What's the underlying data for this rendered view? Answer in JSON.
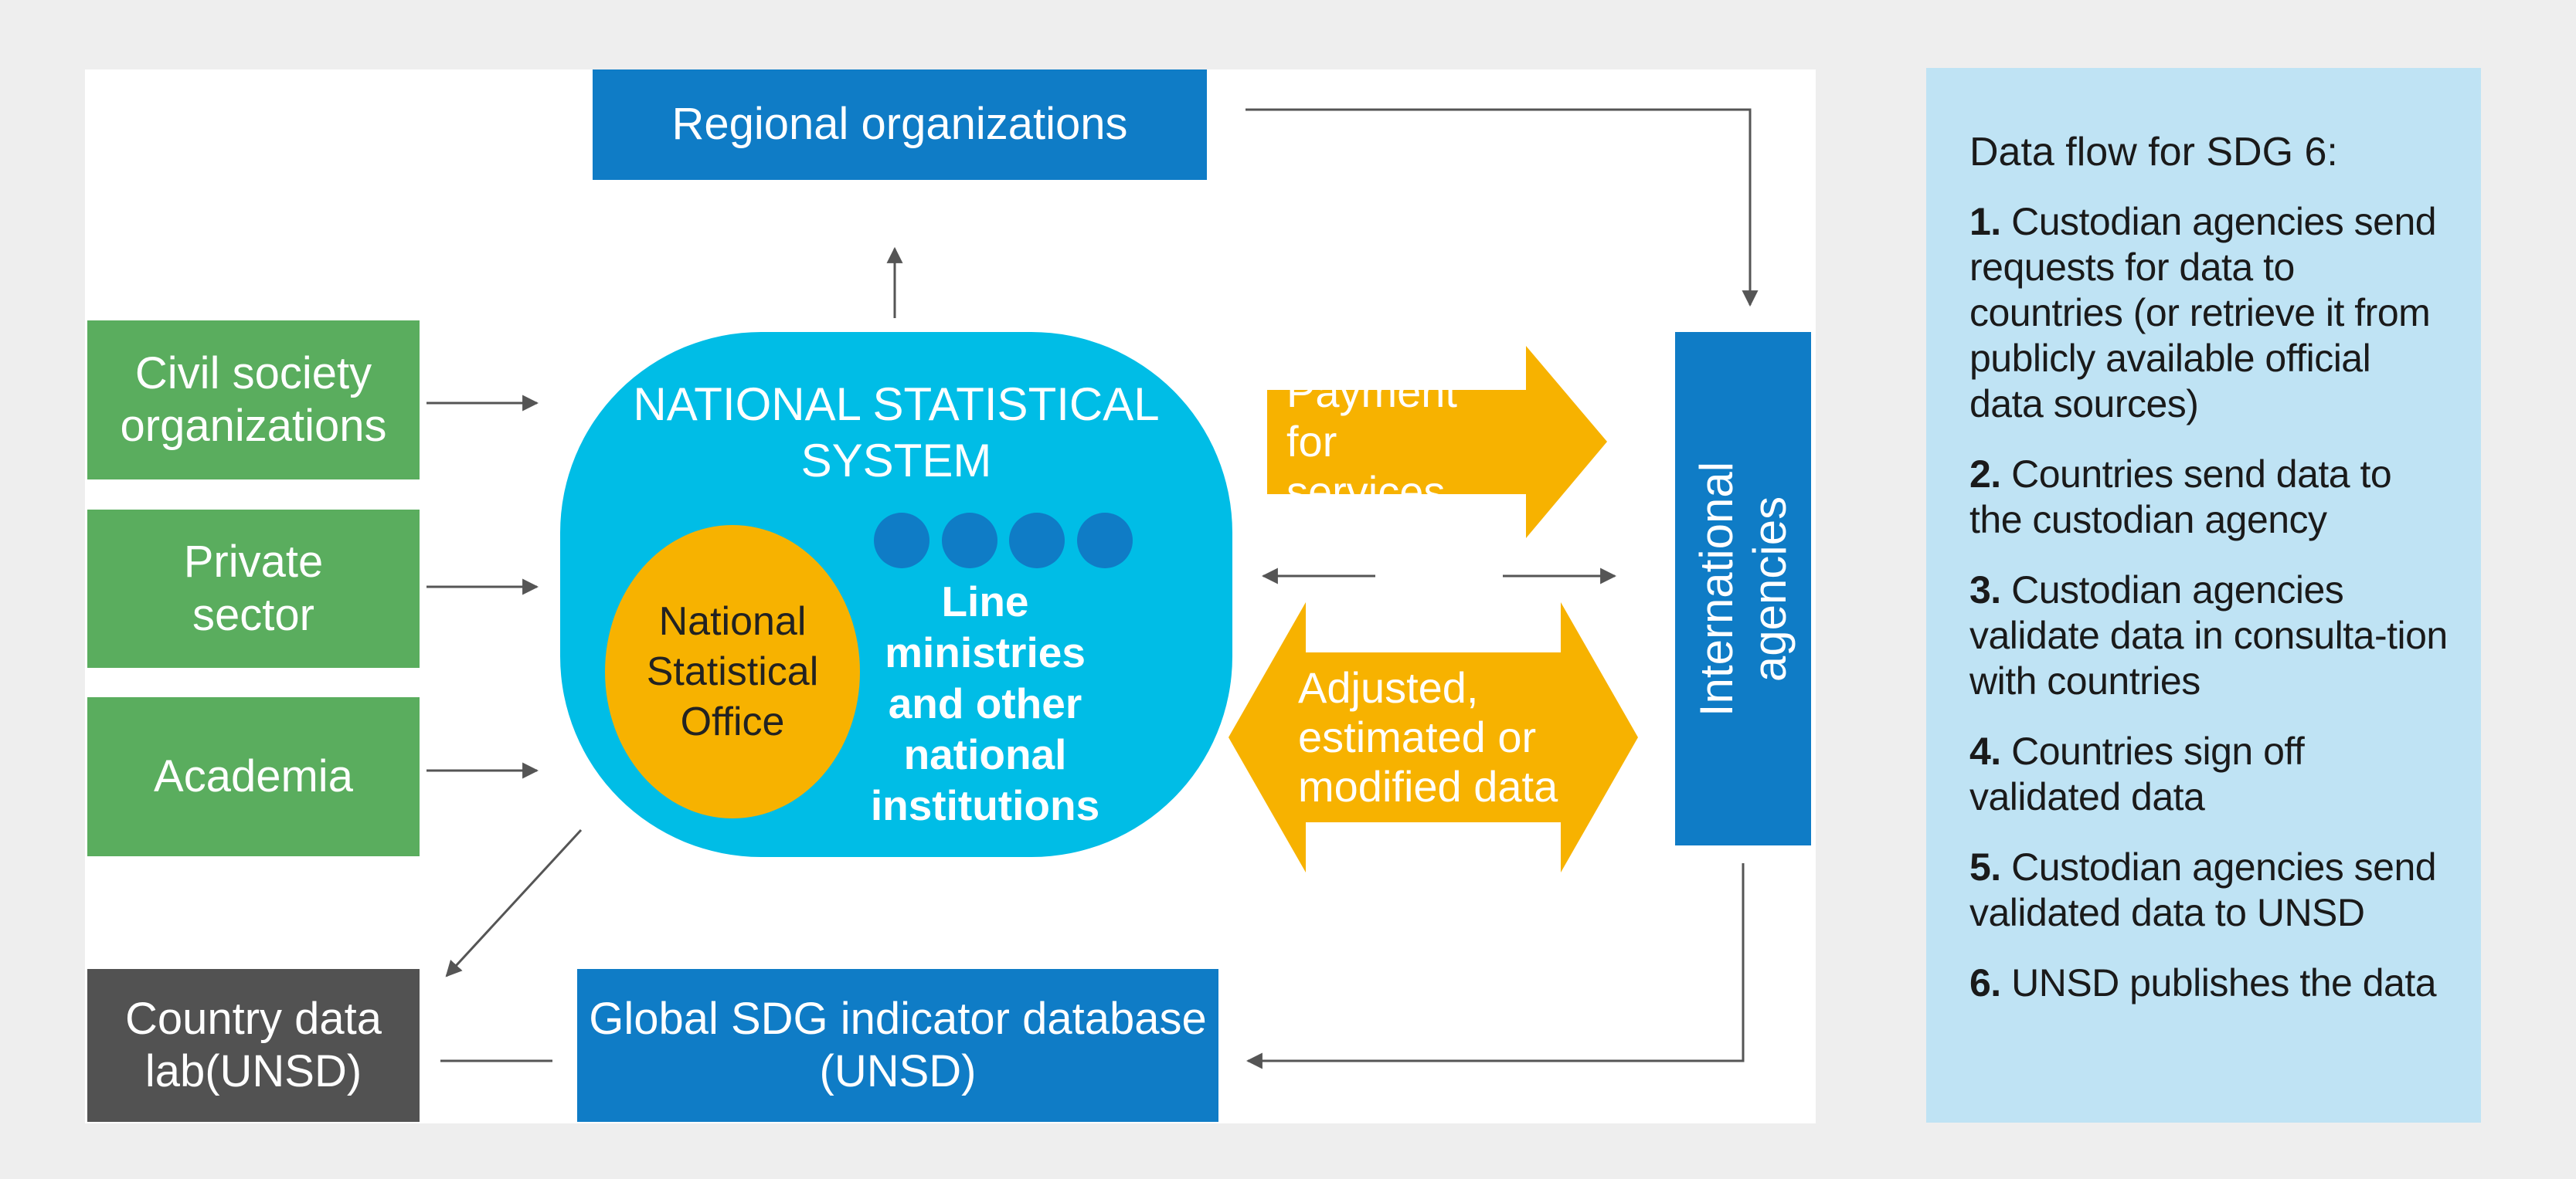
{
  "nodes": {
    "regional": "Regional organizations",
    "civil": [
      "Civil society",
      "organizations"
    ],
    "private": [
      "Private",
      "sector"
    ],
    "academia": "Academia",
    "country_lab": [
      "Country data",
      "lab(UNSD)"
    ],
    "global_db": [
      "Global SDG indicator database",
      "(UNSD)"
    ],
    "international": [
      "International",
      "agencies"
    ],
    "nss_title": [
      "NATIONAL STATISTICAL",
      "SYSTEM"
    ],
    "nso": [
      "National",
      "Statistical",
      "Office"
    ],
    "line_ministries": [
      "Line",
      "ministries",
      "and other",
      "national",
      "institutions"
    ],
    "payment": [
      "Payment for",
      "services"
    ],
    "adjusted": [
      "Adjusted,",
      "estimated or",
      "modified data"
    ]
  },
  "sidebar": {
    "title": "Data flow for SDG 6:",
    "steps": [
      {
        "num": "1.",
        "text": "Custodian agencies send requests for data to countries (or retrieve it from publicly available official data sources)"
      },
      {
        "num": "2.",
        "text": "Countries send data to the custodian agency"
      },
      {
        "num": "3.",
        "text": "Custodian agencies validate data in consulta-tion with countries"
      },
      {
        "num": "4.",
        "text": "Countries sign off validated data"
      },
      {
        "num": "5.",
        "text": "Custodian agencies send validated data to UNSD"
      },
      {
        "num": "6.",
        "text": "UNSD publishes the data"
      }
    ]
  },
  "colors": {
    "green": "#5aad5e",
    "blue": "#0f7cc6",
    "cyan": "#00bde6",
    "orange": "#f7b200",
    "dark": "#525252",
    "sidebar_bg": "#bfe3f4"
  }
}
